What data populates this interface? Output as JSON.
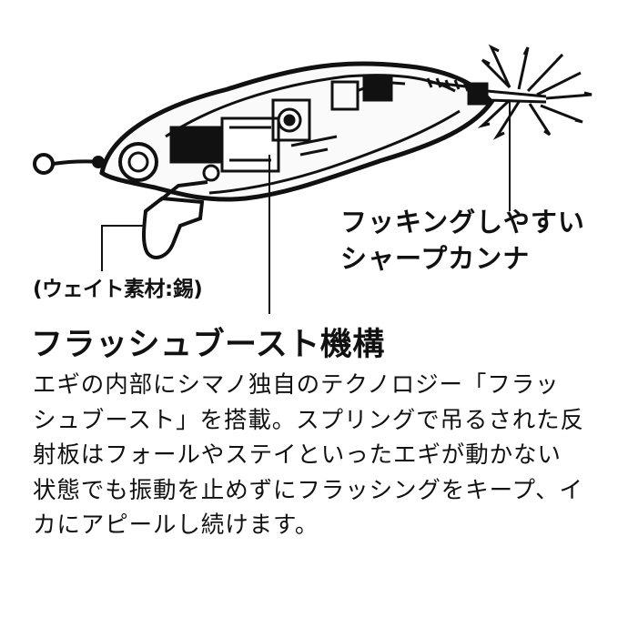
{
  "labels": {
    "weight": "(ウェイト素材:錫)",
    "hook_lines": [
      "フッキングしやすい",
      "シャープカンナ"
    ]
  },
  "title": "フラッシュブースト機構",
  "body_lines": [
    "エギの内部にシマノ独自のテクノロジー「フラッ",
    "シュブースト」を搭載。スプリングで吊るされた反",
    "射板はフォールやステイといったエギが動かない",
    "状態でも振動を止めずにフラッシングをキープ、イ",
    "カにアピールし続けます。"
  ],
  "colors": {
    "ink": "#111111",
    "background": "#ffffff"
  }
}
